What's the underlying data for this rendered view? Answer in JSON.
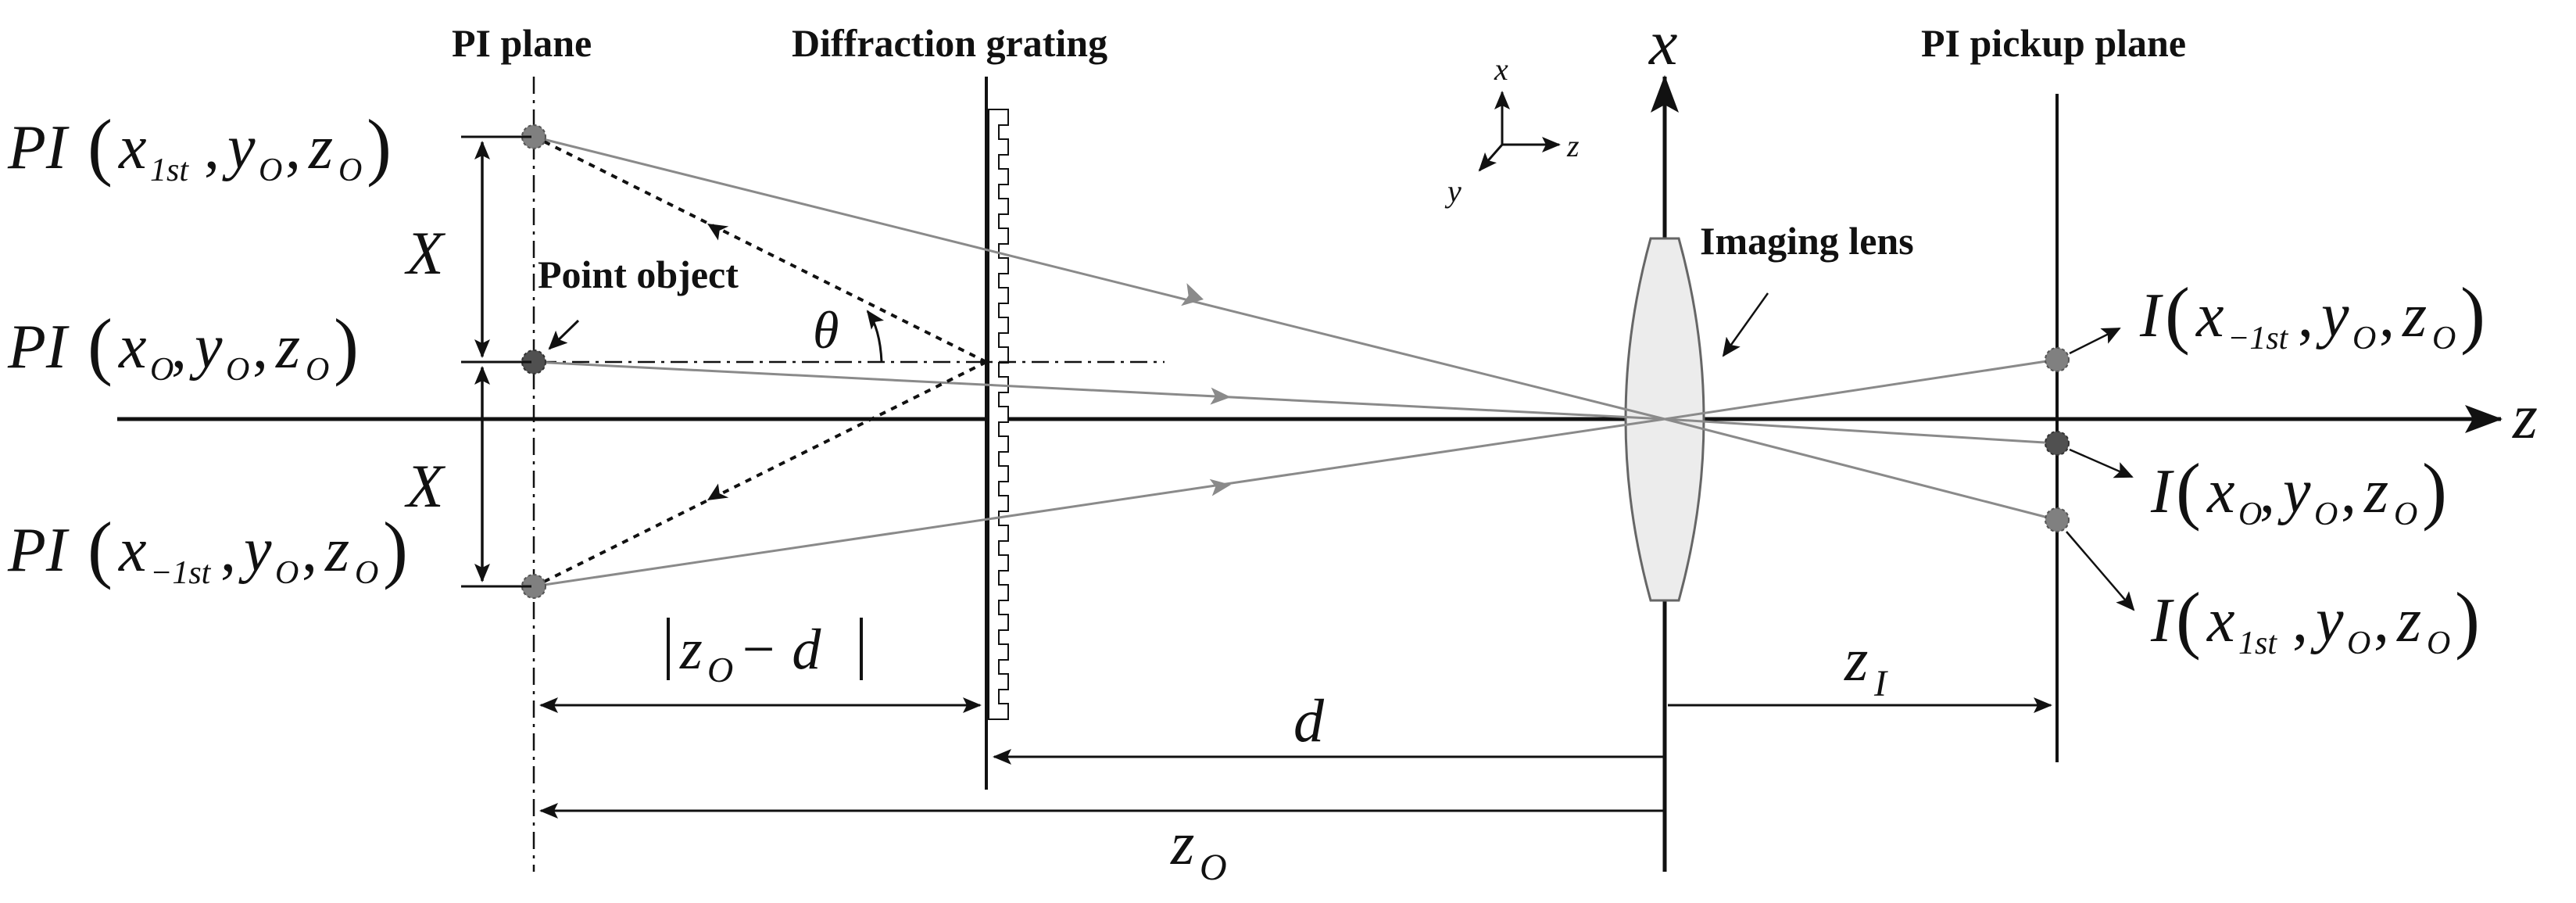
{
  "labels": {
    "pi_plane": "PI plane",
    "diffraction_grating": "Diffraction grating",
    "pi_pickup_plane": "PI pickup plane",
    "point_object": "Point object",
    "imaging_lens": "Imaging lens"
  },
  "axes": {
    "x_axis": "x",
    "z_axis": "z",
    "triad_x": "x",
    "triad_y": "y",
    "triad_z": "z"
  },
  "symbols": {
    "X_upper": "X",
    "X_lower": "X",
    "theta": "θ",
    "d": "d",
    "z_O_main": "z",
    "z_O_sub": "O",
    "z_I_main": "z",
    "z_I_sub": "I",
    "abs_main": "z",
    "abs_sub": "O",
    "abs_rest": " − d"
  },
  "left_points": [
    {
      "prefix": "PI",
      "x": "x",
      "x_sub": "1st",
      "y": "y",
      "y_sub": "O",
      "z": "z",
      "z_sub": "O"
    },
    {
      "prefix": "PI",
      "x": "x",
      "x_sub": "O",
      "y": "y",
      "y_sub": "O",
      "z": "z",
      "z_sub": "O"
    },
    {
      "prefix": "PI",
      "x": "x",
      "x_sub": "−1st",
      "y": "y",
      "y_sub": "O",
      "z": "z",
      "z_sub": "O"
    }
  ],
  "right_points": [
    {
      "prefix": "I",
      "x": "x",
      "x_sub": "−1st",
      "y": "y",
      "y_sub": "O",
      "z": "z",
      "z_sub": "O"
    },
    {
      "prefix": "I",
      "x": "x",
      "x_sub": "O",
      "y": "y",
      "y_sub": "O",
      "z": "z",
      "z_sub": "O"
    },
    {
      "prefix": "I",
      "x": "x",
      "x_sub": "1st",
      "y": "y",
      "y_sub": "O",
      "z": "z",
      "z_sub": "O"
    }
  ],
  "colors": {
    "line": "#111111",
    "ray": "#8a8a8a",
    "point_fill": "#808080",
    "point_object_fill": "#505050",
    "lens_fill": "#ececec"
  }
}
